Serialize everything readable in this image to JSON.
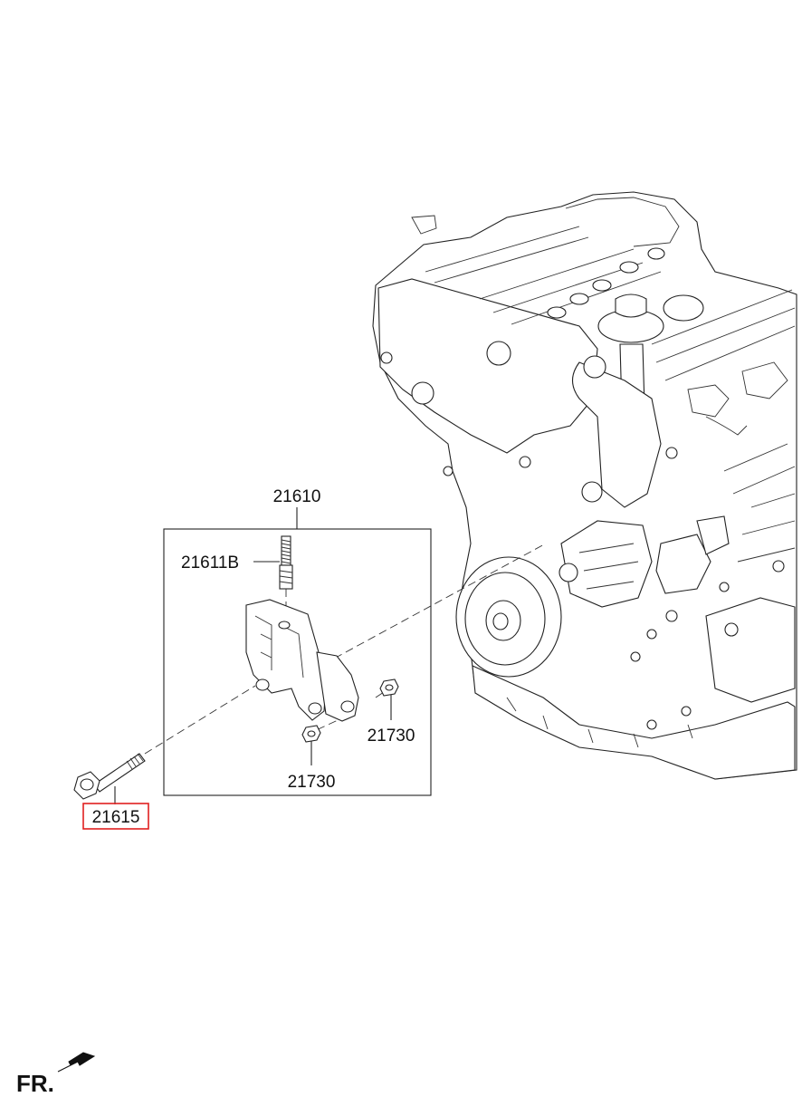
{
  "callouts": {
    "assembly": "21610",
    "stud": "21611B",
    "nut_right": "21730",
    "nut_bottom": "21730",
    "bolt": "21615"
  },
  "highlighted_part": "21615",
  "highlight_color": "#e02020",
  "direction_marker": "FR."
}
